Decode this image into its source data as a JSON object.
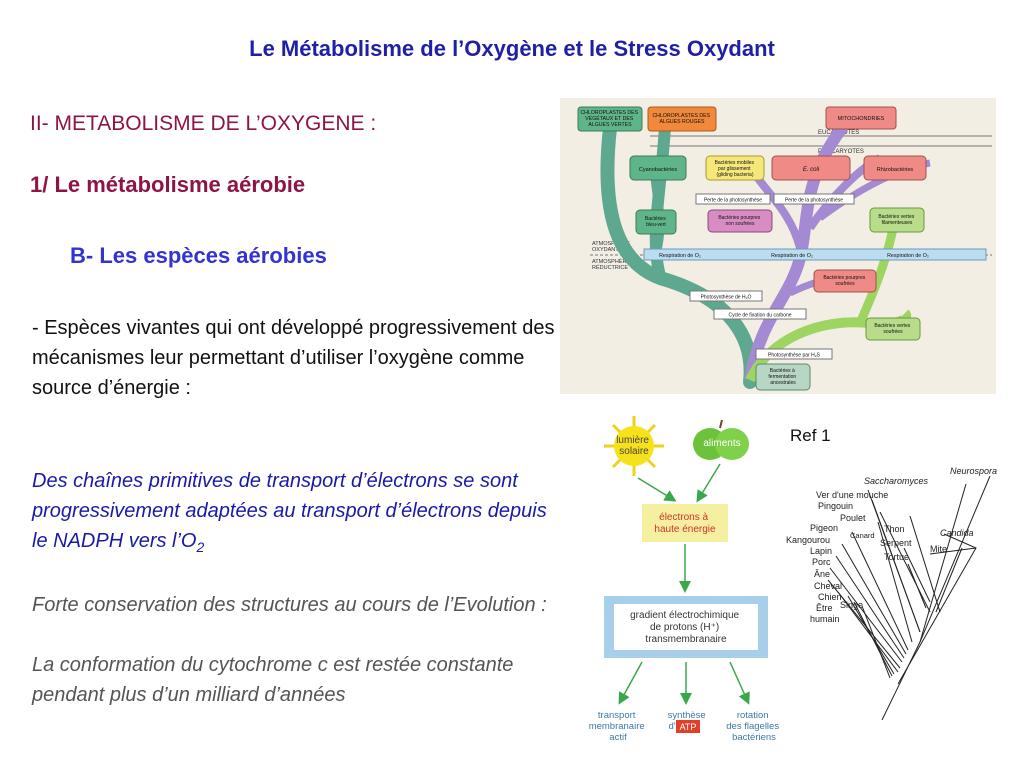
{
  "slide": {
    "title": "Le Métabolisme de l’Oxygène et le Stress Oxydant",
    "section": "II- METABOLISME DE L’OXYGENE :",
    "subsection": "1/ Le métabolisme aérobie",
    "subsubsection": "B- Les espèces aérobies",
    "para1": "- Espèces vivantes qui ont développé progressivement des mécanismes leur permettant d’utiliser l’oxygène comme source d’énergie :",
    "para2_main": "Des chaînes primitives de transport d’électrons se sont progressivement adaptées au transport d’électrons depuis le NADPH vers l’O",
    "para2_sub": "2",
    "para3": "Forte conservation des structures au cours de l’Evolution :",
    "para4": "La conformation du cytochrome c est restée constante pendant plus d’un milliard d’années",
    "ref": "Ref 1"
  },
  "tree_diagram": {
    "eukaryotes": "EUCARYOTES",
    "prokaryotes": "PROCARYOTES",
    "oxidizing_atm": [
      "ATMOSPHÈRE",
      "OXYDANTE"
    ],
    "reducing_atm": [
      "ATMOSPHÈRE",
      "RÉDUCTRICE"
    ],
    "chloro_veg": [
      "CHLOROPLASTES DES",
      "VÉGÉTAUX ET DES",
      "ALGUES VERTES"
    ],
    "chloro_red": [
      "CHLOROPLASTES DES",
      "ALGUES ROUGES"
    ],
    "mitochondria": "MITOCHONDRIES",
    "cyano": "Cyanobactéries",
    "gliding": [
      "Bactéries mobiles",
      "par glissement",
      "(gliding bacteria)"
    ],
    "ecoli": "E. coli",
    "rhizo": "Rhizobactéries",
    "loss_photo_1": "Perte de la photosynthèse",
    "loss_photo_2": "Perte de la photosynthèse",
    "bluegreen": [
      "Bactéries",
      "bleu-vert"
    ],
    "purple_nonsulfur": [
      "Bactéries pourpres",
      "non soufrées"
    ],
    "green_filament": [
      "Bactéries vertes",
      "filamenteuses"
    ],
    "resp_1": "Respiration de O₂",
    "resp_2": "Respiration de O₂",
    "resp_3": "Respiration de O₂",
    "purple_sulfur": [
      "Bactéries pourpres",
      "soufrées"
    ],
    "photo_h2o": "Photosynthèse de H₂O",
    "carbon_cycle": "Cycle de fixation du carbone",
    "green_sulfur": [
      "Bactéries vertes",
      "soufrées"
    ],
    "photo_h2s": "Photosynthèse par H₂S",
    "fermenting": [
      "Bactéries à",
      "fermentation",
      "ancestrales"
    ]
  },
  "metabolism_diagram": {
    "sunlight": [
      "lumière",
      "solaire"
    ],
    "food": "aliments",
    "high_energy_electrons": [
      "électrons à",
      "haute énergie"
    ],
    "gradient": [
      "gradient électrochimique",
      "de protons (H⁺)",
      "transmembranaire"
    ],
    "transport": [
      "transport",
      "membranaire",
      "actif"
    ],
    "synthesis": [
      "synthèse",
      "d'"
    ],
    "atp": "ATP",
    "flagella": [
      "rotation",
      "des flagelles",
      "bactériens"
    ]
  },
  "phylo_tree": {
    "species_left": [
      "Ver d'une mouche",
      "Pingouin",
      "Poulet",
      "Pigeon",
      "Kangourou",
      "Lapin",
      "Porc",
      "Âne",
      "Cheval",
      "Chien",
      "Être",
      "humain"
    ],
    "canard": "Canard",
    "singe": "Singe",
    "saccharomyces": "Saccharomyces",
    "neurospora": "Neurospora",
    "thon": "Thon",
    "serpent": "Serpent",
    "tortue": "Tortue",
    "candida": "Candida",
    "mite": "Mite"
  },
  "colors": {
    "title": "#1f1fa8",
    "section": "#8e1446",
    "subsubsection": "#3333d4",
    "italic_blue": "#1a1aa8",
    "italic_grey": "#555555",
    "green_box": "#5fb58a",
    "orange_box": "#f08a3a",
    "pink_box": "#f08a86",
    "purple_box": "#d98cc4",
    "light_green_box": "#b8dc8a",
    "blue_band": "#bcdcef",
    "teal_branch": "#5fa890",
    "purple_branch": "#a48ad2",
    "light_green_branch": "#9ed461"
  }
}
